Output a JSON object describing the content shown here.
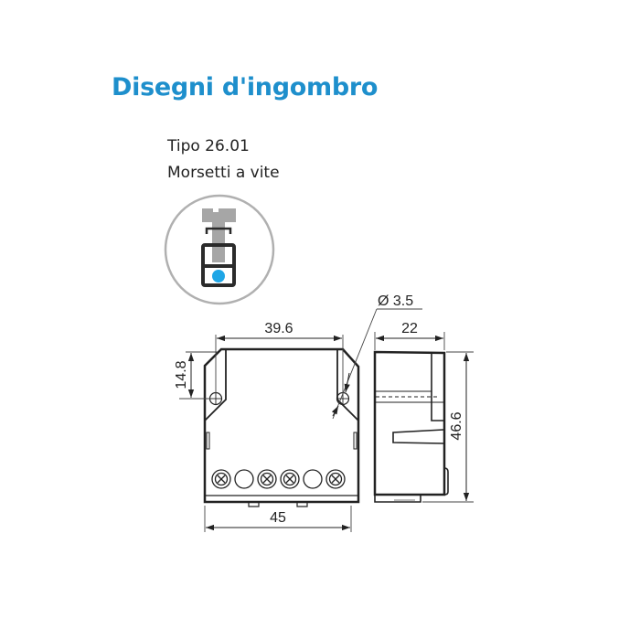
{
  "header": {
    "title": "Disegni d'ingombro",
    "type_label": "Tipo 26.01",
    "terminal_label": "Morsetti a vite"
  },
  "icon": {
    "name": "screw-terminal-icon",
    "screw_color": "#a6a6a6",
    "clamp_color": "#2b2b2b",
    "wire_color": "#1fa6e6",
    "circle_color": "#b0b0b0"
  },
  "dimensions": {
    "unit": "mm",
    "hole_spacing": "39.6",
    "hole_height": "14.8",
    "hole_diameter": "Ø 3.5",
    "depth": "22",
    "height": "46.6",
    "width": "45"
  },
  "front_view": {
    "terminals": [
      "screw",
      "open",
      "screw",
      "screw",
      "open",
      "screw"
    ]
  },
  "colors": {
    "title": "#1e8fcc",
    "line": "#222222",
    "thin_line": "#444444"
  }
}
